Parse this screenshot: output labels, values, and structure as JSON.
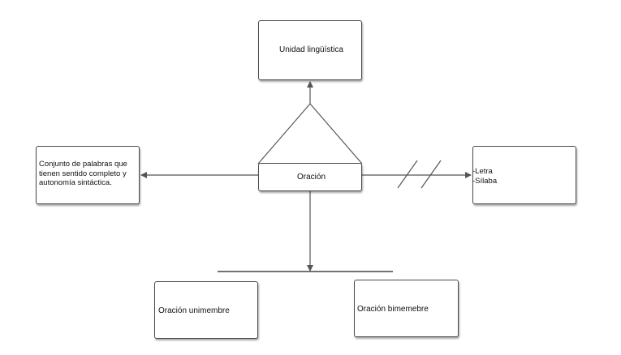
{
  "nodes": {
    "unidad": "Unidad lingüística",
    "oracion": "Oración",
    "conjunto": "Conjunto de palabras que tienen sentido completo y autonomía sintáctica.",
    "letra_line1": "-Letra",
    "letra_line2": "-Sílaba",
    "unimembre": "Oración unimembre",
    "bimembre": "Oración  bimemebre"
  },
  "colors": {
    "line": "#555555",
    "border": "#4a4a4a"
  }
}
